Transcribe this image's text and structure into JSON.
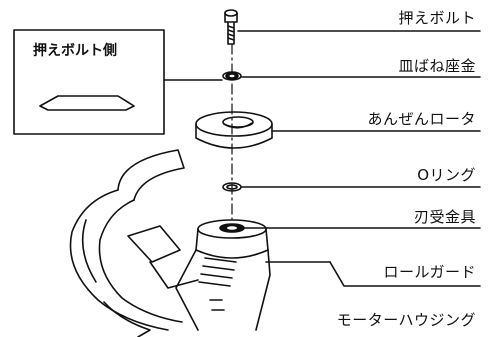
{
  "inset": {
    "title": "押えボルト側"
  },
  "labels": [
    {
      "key": "bolt",
      "text": "押えボルト"
    },
    {
      "key": "washer",
      "text": "皿ばね座金"
    },
    {
      "key": "rotor",
      "text": "あんぜんロータ"
    },
    {
      "key": "oring",
      "text": "Oリング"
    },
    {
      "key": "blade_seat",
      "text": "刃受金具"
    },
    {
      "key": "roll_guard",
      "text": "ロールガード"
    },
    {
      "key": "motor_housing",
      "text": "モーターハウジング"
    }
  ]
}
